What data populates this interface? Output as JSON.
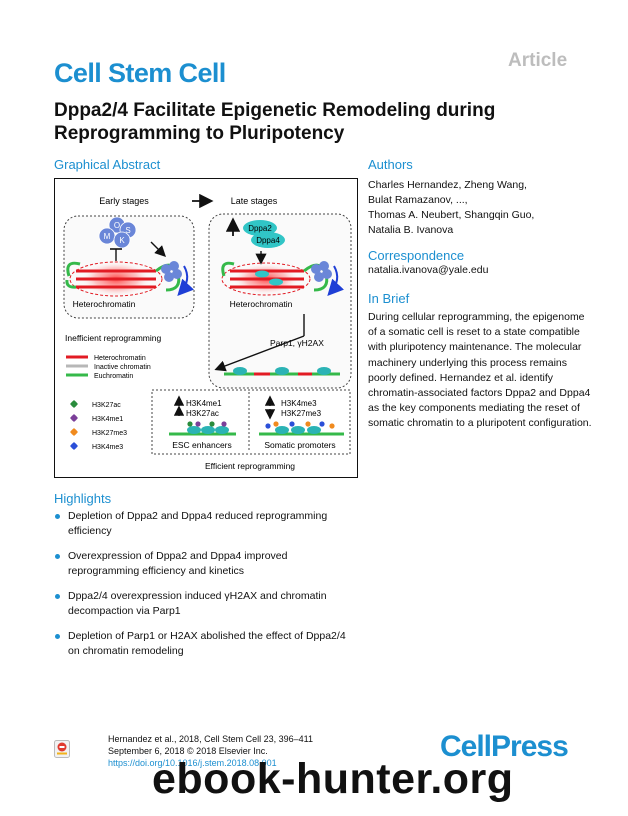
{
  "header": {
    "article_tag": "Article",
    "journal": "Cell Stem Cell",
    "title": "Dppa2/4 Facilitate Epigenetic Remodeling during Reprogramming to Pluripotency"
  },
  "graphical_abstract": {
    "heading": "Graphical Abstract",
    "early_stages": "Early stages",
    "late_stages": "Late stages",
    "factors": [
      "O",
      "S",
      "M",
      "K"
    ],
    "dppa2": "Dppa2",
    "dppa4": "Dppa4",
    "heterochromatin_label": "Heterochromatin",
    "inefficient": "Inefficient reprogramming",
    "legend_chromatin": [
      "Heterochromatin",
      "Inactive chromatin",
      "Euchromatin"
    ],
    "legend_marks": [
      "H3K27ac",
      "H3K4me1",
      "H3K27me3",
      "H3K4me3"
    ],
    "parp1": "Parp1, γH2AX",
    "enh_mark1": "H3K4me1",
    "enh_mark2": "H3K27ac",
    "prom_mark1": "H3K4me3",
    "prom_mark2": "H3K27me3",
    "esc_enhancers": "ESC enhancers",
    "somatic_promoters": "Somatic promoters",
    "efficient": "Efficient reprogramming",
    "colors": {
      "euchromatin": "#35b94a",
      "heterochromatin": "#e21b23",
      "inactive": "#b7b7b7",
      "nucleosome": "#2bb3b5",
      "osmk": "#6a86d8",
      "dppa": "#31c5c6",
      "h3k27ac": "#2a8c3c",
      "h3k4me1": "#7b3f99",
      "h3k27me3": "#f08a1e",
      "h3k4me3": "#2b4fd8"
    }
  },
  "authors": {
    "heading": "Authors",
    "lines": [
      "Charles Hernandez, Zheng Wang,",
      "Bulat Ramazanov, ...,",
      "Thomas A. Neubert, Shangqin Guo,",
      "Natalia B. Ivanova"
    ]
  },
  "correspondence": {
    "heading": "Correspondence",
    "email": "natalia.ivanova@yale.edu"
  },
  "in_brief": {
    "heading": "In Brief",
    "text": "During cellular reprogramming, the epigenome of a somatic cell is reset to a state compatible with pluripotency maintenance. The molecular machinery underlying this process remains poorly defined. Hernandez et al. identify chromatin-associated factors Dppa2 and Dppa4 as the key components mediating the reset of somatic chromatin to a pluripotent configuration."
  },
  "highlights": {
    "heading": "Highlights",
    "items": [
      "Depletion of Dppa2 and Dppa4 reduced reprogramming efficiency",
      "Overexpression of Dppa2 and Dppa4 improved reprogramming efficiency and kinetics",
      "Dppa2/4 overexpression induced γH2AX and chromatin decompaction via Parp1",
      "Depletion of Parp1 or H2AX abolished the effect of Dppa2/4 on chromatin remodeling"
    ]
  },
  "footer": {
    "citation_line1": "Hernandez et al., 2018, Cell Stem Cell 23, 396–411",
    "citation_line2": "September 6, 2018 © 2018 Elsevier Inc.",
    "doi": "https://doi.org/10.1016/j.stem.2018.08.001",
    "publisher": "CellPress",
    "watermark": "ebook-hunter.org"
  }
}
